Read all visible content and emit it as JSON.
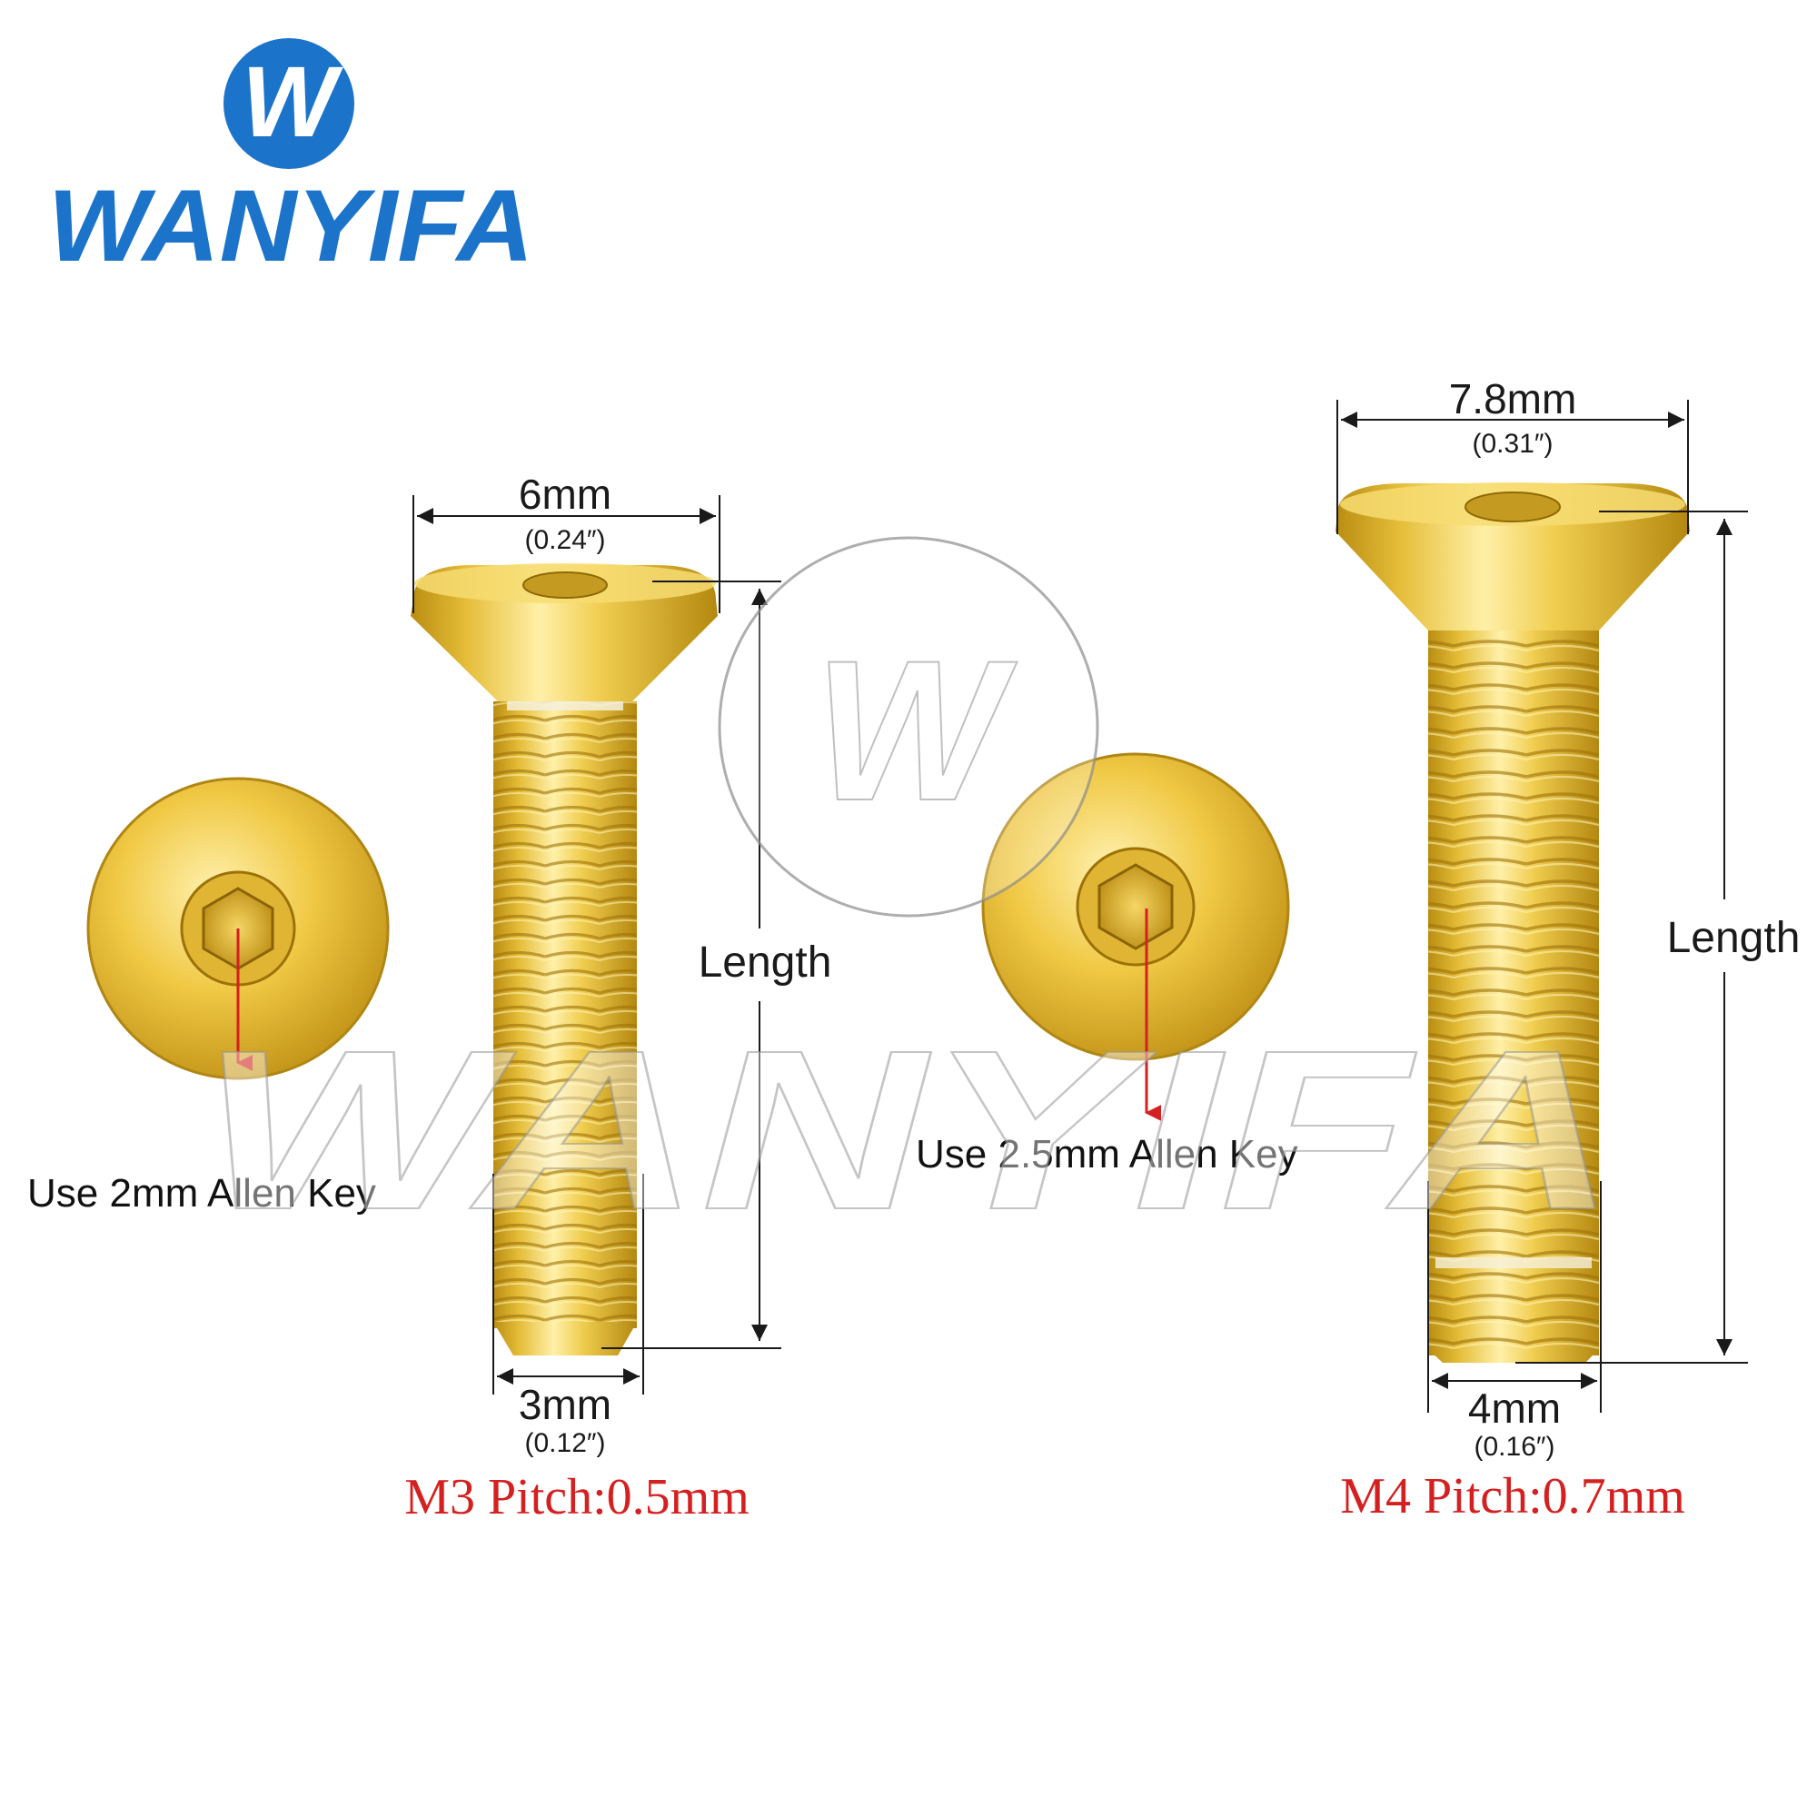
{
  "brand": {
    "logo_letter": "W",
    "name": "WANYIFA",
    "color": "#1b74c9"
  },
  "watermark": {
    "letter": "W",
    "text": "WANYIFA"
  },
  "m3": {
    "head_mm": "6mm",
    "head_in": "(0.24″)",
    "shank_mm": "3mm",
    "shank_in": "(0.12″)",
    "length_label": "Length",
    "allen_key": "Use 2mm Allen Key",
    "pitch": "M3 Pitch:0.5mm"
  },
  "m4": {
    "head_mm": "7.8mm",
    "head_in": "(0.31″)",
    "shank_mm": "4mm",
    "shank_in": "(0.16″)",
    "length_label": "Length",
    "allen_key": "Use 2.5mm Allen Key",
    "pitch": "M4 Pitch:0.7mm"
  },
  "colors": {
    "gold": "#e8c13a",
    "pitch_text": "#d42020",
    "arrow": "#d42020"
  }
}
